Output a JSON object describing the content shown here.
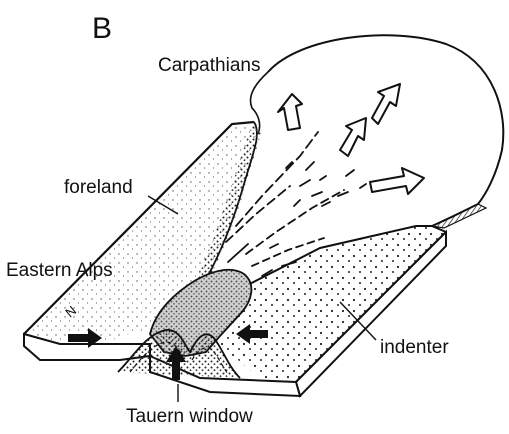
{
  "diagram": {
    "panel_label": "B",
    "labels": {
      "carpathians": "Carpathians",
      "foreland": "foreland",
      "eastern_alps": "Eastern Alps",
      "indenter": "indenter",
      "tauern_window": "Tauern window",
      "north_marker": "N"
    },
    "colors": {
      "ink": "#111111",
      "paper": "#ffffff",
      "stipple": "#555555",
      "tauern_fill": "#bdbdbd"
    }
  }
}
